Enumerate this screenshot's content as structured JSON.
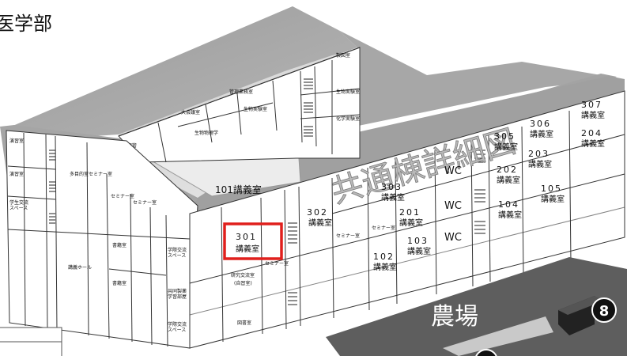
{
  "header": {
    "faculty_label": "医学部"
  },
  "building": {
    "title": "共通棟詳細図",
    "annex_room": "101講義室",
    "highlighted_room": {
      "number": "301",
      "name": "講義室"
    },
    "rooms": [
      {
        "number": "302",
        "name": "講義室"
      },
      {
        "number": "303",
        "name": "講義室"
      },
      {
        "number": "201",
        "name": "講義室"
      },
      {
        "number": "202",
        "name": "講義室"
      },
      {
        "number": "203",
        "name": "講義室"
      },
      {
        "number": "204",
        "name": "講義室"
      },
      {
        "number": "305",
        "name": "講義室"
      },
      {
        "number": "306",
        "name": "講義室"
      },
      {
        "number": "307",
        "name": "講義室"
      },
      {
        "number": "102",
        "name": "講義室"
      },
      {
        "number": "103",
        "name": "講義室"
      },
      {
        "number": "104",
        "name": "講義室"
      },
      {
        "number": "105",
        "name": "講義室"
      }
    ],
    "wc_label": "WC",
    "small_rooms": [
      "セミナー室",
      "研究交流室",
      "(自習室)",
      "共同製薬学習部屋",
      "学際交流スペース",
      "図書室",
      "多目的室",
      "講義ホール",
      "大会議室",
      "管理業務室",
      "生物物理学",
      "製図室",
      "生物実験室",
      "化学実験室"
    ]
  },
  "farm": {
    "label": "農場",
    "marker": "8"
  }
}
